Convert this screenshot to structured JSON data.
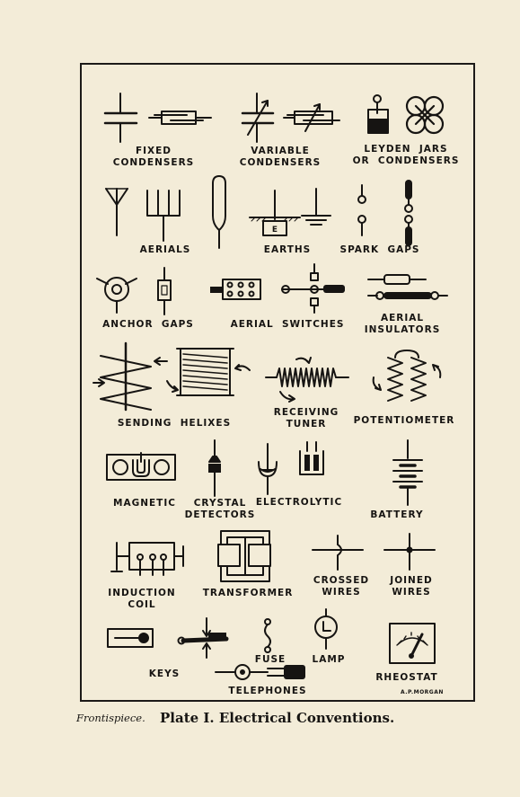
{
  "labels": {
    "fixed_condensers": "FIXED\nCONDENSERS",
    "variable_condensers": "VARIABLE\nCONDENSERS",
    "leyden_jars": "LEYDEN  JARS\nOR  CONDENSERS",
    "aerials": "AERIALS",
    "earths": "EARTHS",
    "spark_gaps": "SPARK  GAPS",
    "anchor_gaps": "ANCHOR  GAPS",
    "aerial_switches": "AERIAL  SWITCHES",
    "aerial_insulators": "AERIAL\nINSULATORS",
    "sending_helixes": "SENDING  HELIXES",
    "receiving_tuner": "RECEIVING\nTUNER",
    "potentiometer": "POTENTIOMETER",
    "magnetic": "MAGNETIC",
    "crystal_detectors": "CRYSTAL\nDETECTORS",
    "electrolytic": "ELECTROLYTIC",
    "battery": "BATTERY",
    "induction_coil": "INDUCTION\nCOIL",
    "transformer": "TRANSFORMER",
    "crossed_wires": "CROSSED\nWIRES",
    "joined_wires": "JOINED\nWIRES",
    "keys": "KEYS",
    "fuse": "FUSE",
    "lamp": "LAMP",
    "rheostat": "RHEOSTAT",
    "telephones": "TELEPHONES",
    "earth_box_letter": "E"
  },
  "signature": "A.P.MORGAN",
  "caption": {
    "prefix": "Frontispiece.",
    "title": "Plate I.  Electrical Conventions."
  },
  "colors": {
    "paper": "#f3ecd8",
    "ink": "#161412"
  }
}
